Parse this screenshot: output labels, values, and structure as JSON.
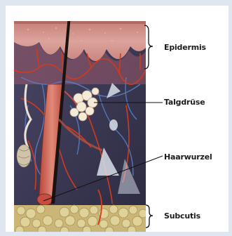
{
  "labels": {
    "epidermis": "Epidermis",
    "talgdruese": "Talgdrüse",
    "haarwurzel": "Haarwurzel",
    "subcutis": "Subcutis"
  },
  "colors": {
    "frame": "#dfe6f0",
    "epidermis": "#d89a93",
    "dermis": "#3a3552",
    "subcutis_fat": "#d7c58a",
    "vessel_red": "#d23a1e",
    "vessel_blue": "#5a7ec4",
    "hair": "#1a1310",
    "leader_line": "#111111"
  }
}
